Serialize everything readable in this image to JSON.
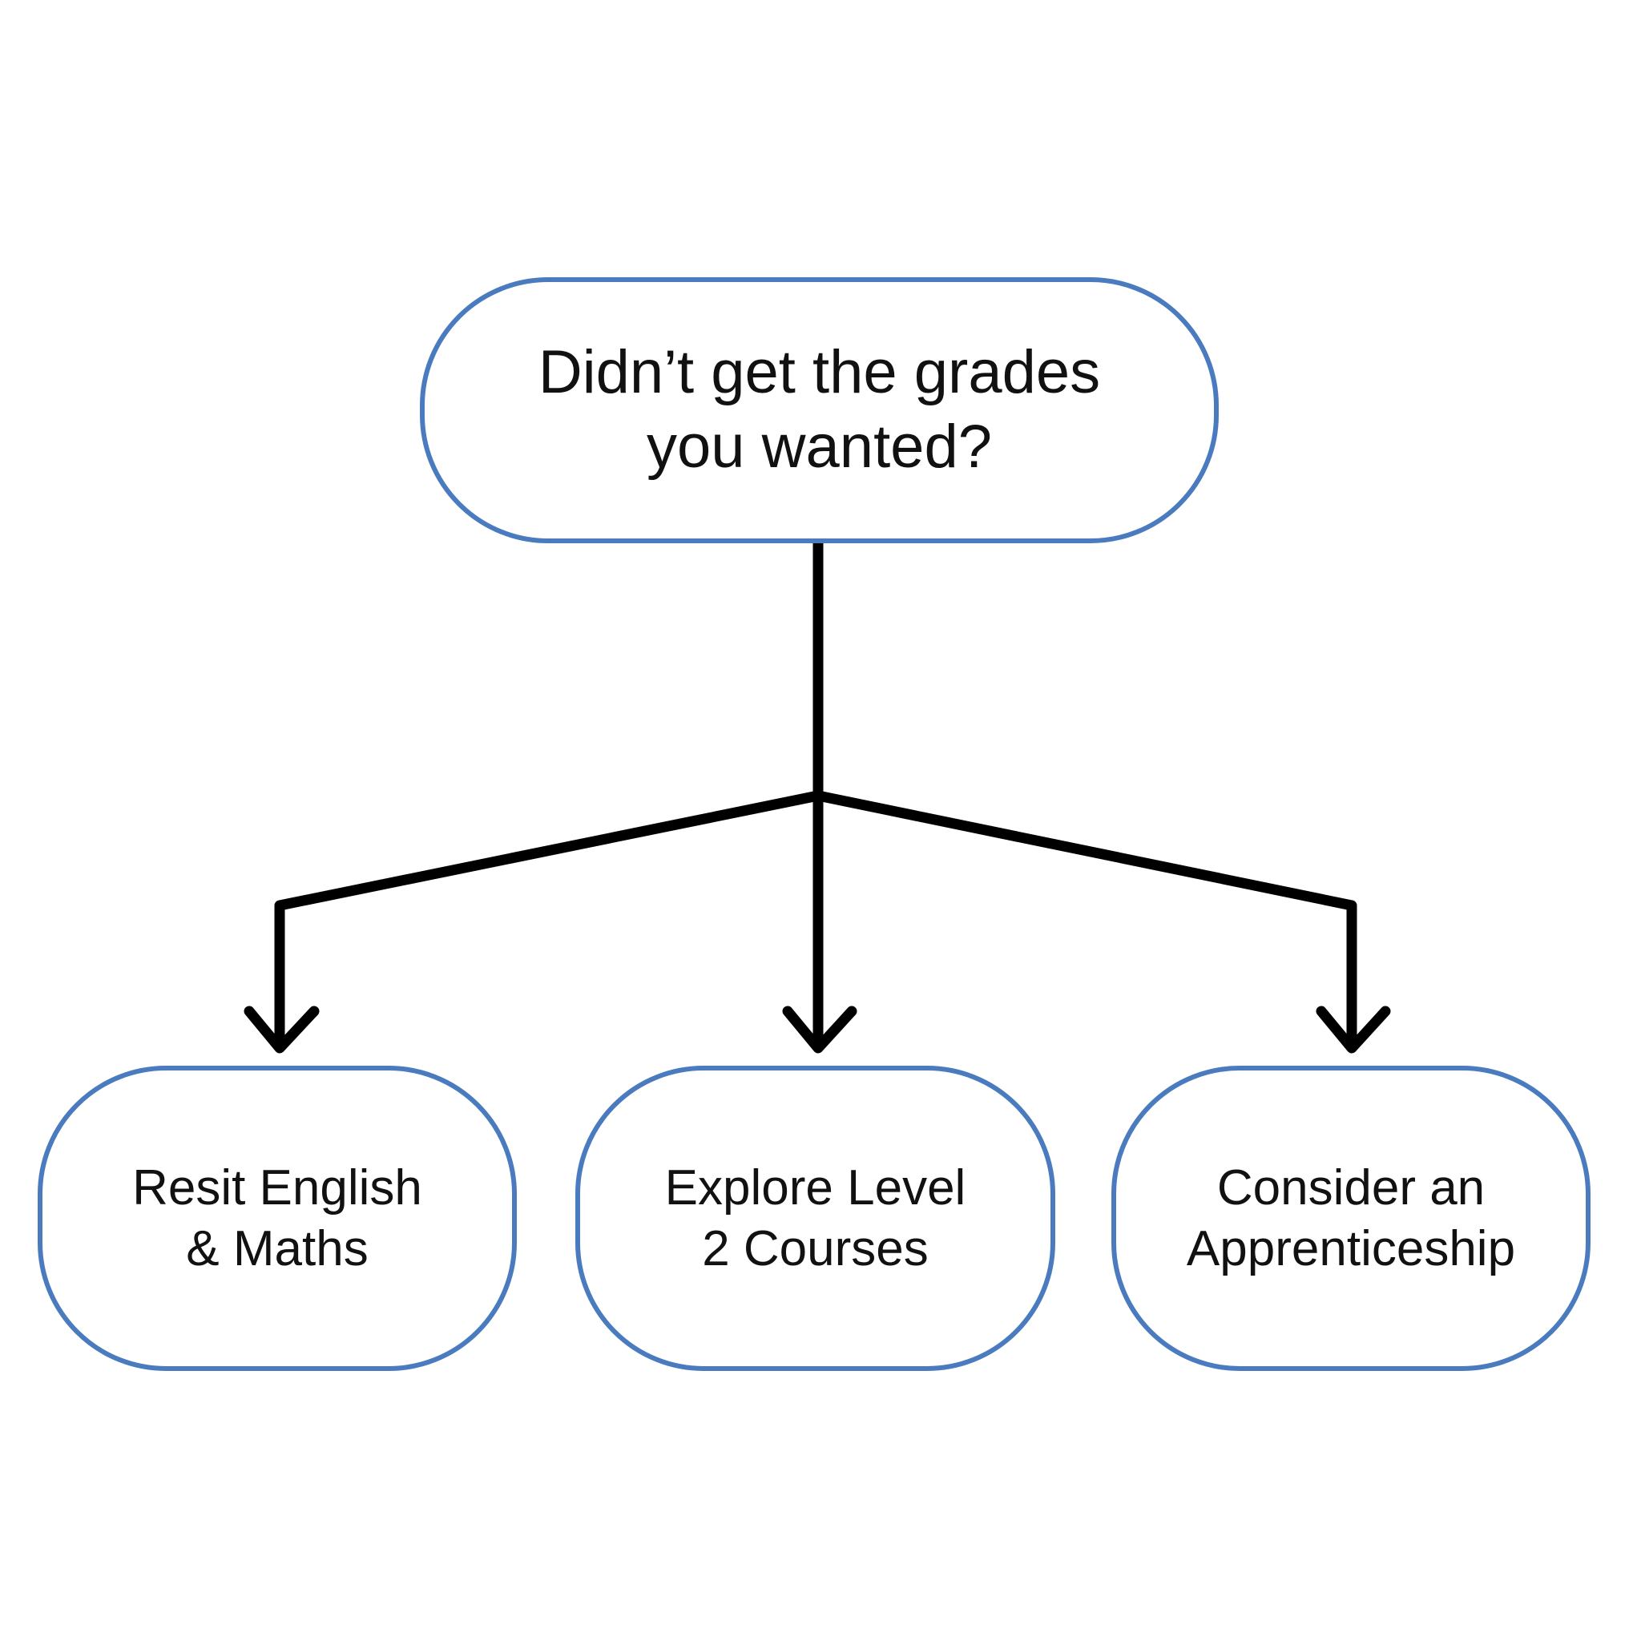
{
  "diagram": {
    "root": {
      "lines": [
        "Didn’t get the grades",
        "you wanted?"
      ]
    },
    "options": [
      {
        "lines": [
          "Resit English",
          "& Maths"
        ]
      },
      {
        "lines": [
          "Explore Level",
          "2 Courses"
        ]
      },
      {
        "lines": [
          "Consider an",
          "Apprenticeship"
        ]
      }
    ],
    "colors": {
      "node_border": "#4a7bbf",
      "arrow": "#000000"
    }
  }
}
